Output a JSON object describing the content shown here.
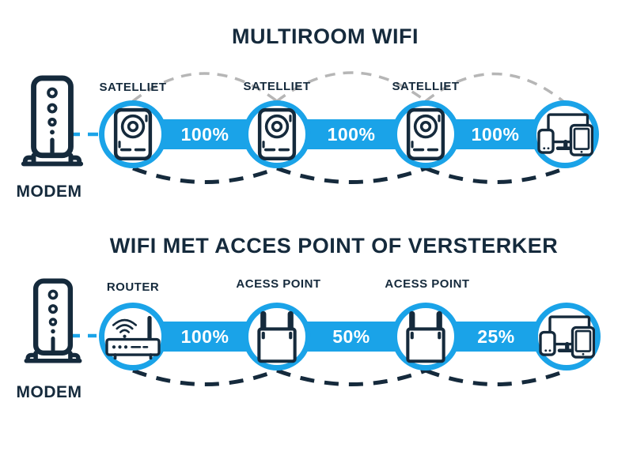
{
  "colors": {
    "accent_blue": "#1aa3e8",
    "navy_text": "#152a3c",
    "gray_dash": "#b6b6b6",
    "percent_text": "#ffffff"
  },
  "icons": {
    "modem": "modem-tower-icon",
    "satellite": "wifi-satellite-icon",
    "router": "wifi-router-icon",
    "access_point": "access-point-icon",
    "devices": "connected-devices-icon"
  },
  "sections": [
    {
      "title": "MULTIROOM WIFI",
      "modem_label": "MODEM",
      "node_labels": [
        "SATELLIET",
        "SATELLIET",
        "SATELLIET"
      ],
      "links": [
        "100%",
        "100%",
        "100%"
      ]
    },
    {
      "title": "WIFI MET ACCES POINT OF VERSTERKER",
      "modem_label": "MODEM",
      "node_labels": [
        "ROUTER",
        "ACESS POINT",
        "ACESS POINT"
      ],
      "links": [
        "100%",
        "50%",
        "25%"
      ]
    }
  ]
}
